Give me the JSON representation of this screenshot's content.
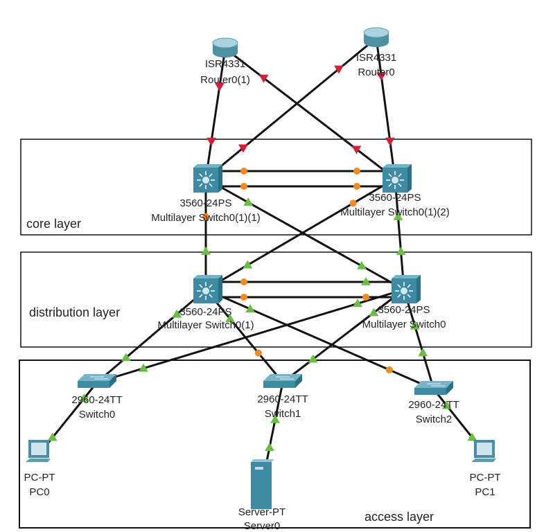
{
  "colors": {
    "up": "#6cbd45",
    "down": "#d0213b",
    "blocking": "#f08a24",
    "link": "#111111",
    "device": "#3f8aa3"
  },
  "areas": [
    {
      "id": "core",
      "label": "core layer"
    },
    {
      "id": "distribution",
      "label": "distribution layer"
    },
    {
      "id": "access",
      "label": "access layer"
    }
  ],
  "devices": [
    {
      "id": "r01",
      "type": "router",
      "model": "ISR4331",
      "name": "Router0(1)"
    },
    {
      "id": "r0",
      "type": "router",
      "model": "ISR4331",
      "name": "Router0"
    },
    {
      "id": "c1",
      "type": "multilayer-switch",
      "model": "3560-24PS",
      "name": "Multilayer Switch0(1)(1)"
    },
    {
      "id": "c2",
      "type": "multilayer-switch",
      "model": "3560-24PS",
      "name": "Multilayer Switch0(1)(2)"
    },
    {
      "id": "d1",
      "type": "multilayer-switch",
      "model": "3560-24PS",
      "name": "Multilayer Switch0(1)"
    },
    {
      "id": "d2",
      "type": "multilayer-switch",
      "model": "3560-24PS",
      "name": "Multilayer Switch0"
    },
    {
      "id": "s0",
      "type": "switch",
      "model": "2960-24TT",
      "name": "Switch0"
    },
    {
      "id": "s1",
      "type": "switch",
      "model": "2960-24TT",
      "name": "Switch1"
    },
    {
      "id": "s2",
      "type": "switch",
      "model": "2960-24TT",
      "name": "Switch2"
    },
    {
      "id": "pc0",
      "type": "pc",
      "model": "PC-PT",
      "name": "PC0"
    },
    {
      "id": "srv0",
      "type": "server",
      "model": "Server-PT",
      "name": "Server0"
    },
    {
      "id": "pc1",
      "type": "pc",
      "model": "PC-PT",
      "name": "PC1"
    }
  ],
  "links": [
    {
      "a": "r01",
      "b": "c1",
      "sa": "down",
      "sb": "down"
    },
    {
      "a": "r01",
      "b": "c2",
      "sa": "down",
      "sb": "down"
    },
    {
      "a": "r0",
      "b": "c1",
      "sa": "down",
      "sb": "down"
    },
    {
      "a": "r0",
      "b": "c2",
      "sa": "down",
      "sb": "down"
    },
    {
      "a": "c1",
      "b": "c2",
      "sa": "blocking",
      "sb": "blocking",
      "lane": -1
    },
    {
      "a": "c1",
      "b": "c2",
      "sa": "blocking",
      "sb": "blocking",
      "lane": 1
    },
    {
      "a": "c1",
      "b": "d1",
      "sa": "blocking",
      "sb": "up"
    },
    {
      "a": "c2",
      "b": "d2",
      "sa": "up",
      "sb": "up"
    },
    {
      "a": "c1",
      "b": "d2",
      "sa": "up",
      "sb": "up"
    },
    {
      "a": "c2",
      "b": "d1",
      "sa": "blocking",
      "sb": "up"
    },
    {
      "a": "d1",
      "b": "d2",
      "sa": "blocking",
      "sb": "up",
      "lane": -1
    },
    {
      "a": "d1",
      "b": "d2",
      "sa": "blocking",
      "sb": "blocking",
      "lane": 1
    },
    {
      "a": "d1",
      "b": "s0",
      "sa": "up",
      "sb": "up"
    },
    {
      "a": "d2",
      "b": "s0",
      "sa": "up",
      "sb": "up"
    },
    {
      "a": "d1",
      "b": "s1",
      "sa": "up",
      "sb": "blocking"
    },
    {
      "a": "d2",
      "b": "s1",
      "sa": "up",
      "sb": "up"
    },
    {
      "a": "d1",
      "b": "s2",
      "sa": "up",
      "sb": "blocking"
    },
    {
      "a": "d2",
      "b": "s2",
      "sa": "up",
      "sb": "up"
    },
    {
      "a": "s0",
      "b": "pc0",
      "sa": "up",
      "sb": "up"
    },
    {
      "a": "s1",
      "b": "srv0",
      "sa": "up",
      "sb": "up"
    },
    {
      "a": "s2",
      "b": "pc1",
      "sa": "up",
      "sb": "up"
    }
  ]
}
